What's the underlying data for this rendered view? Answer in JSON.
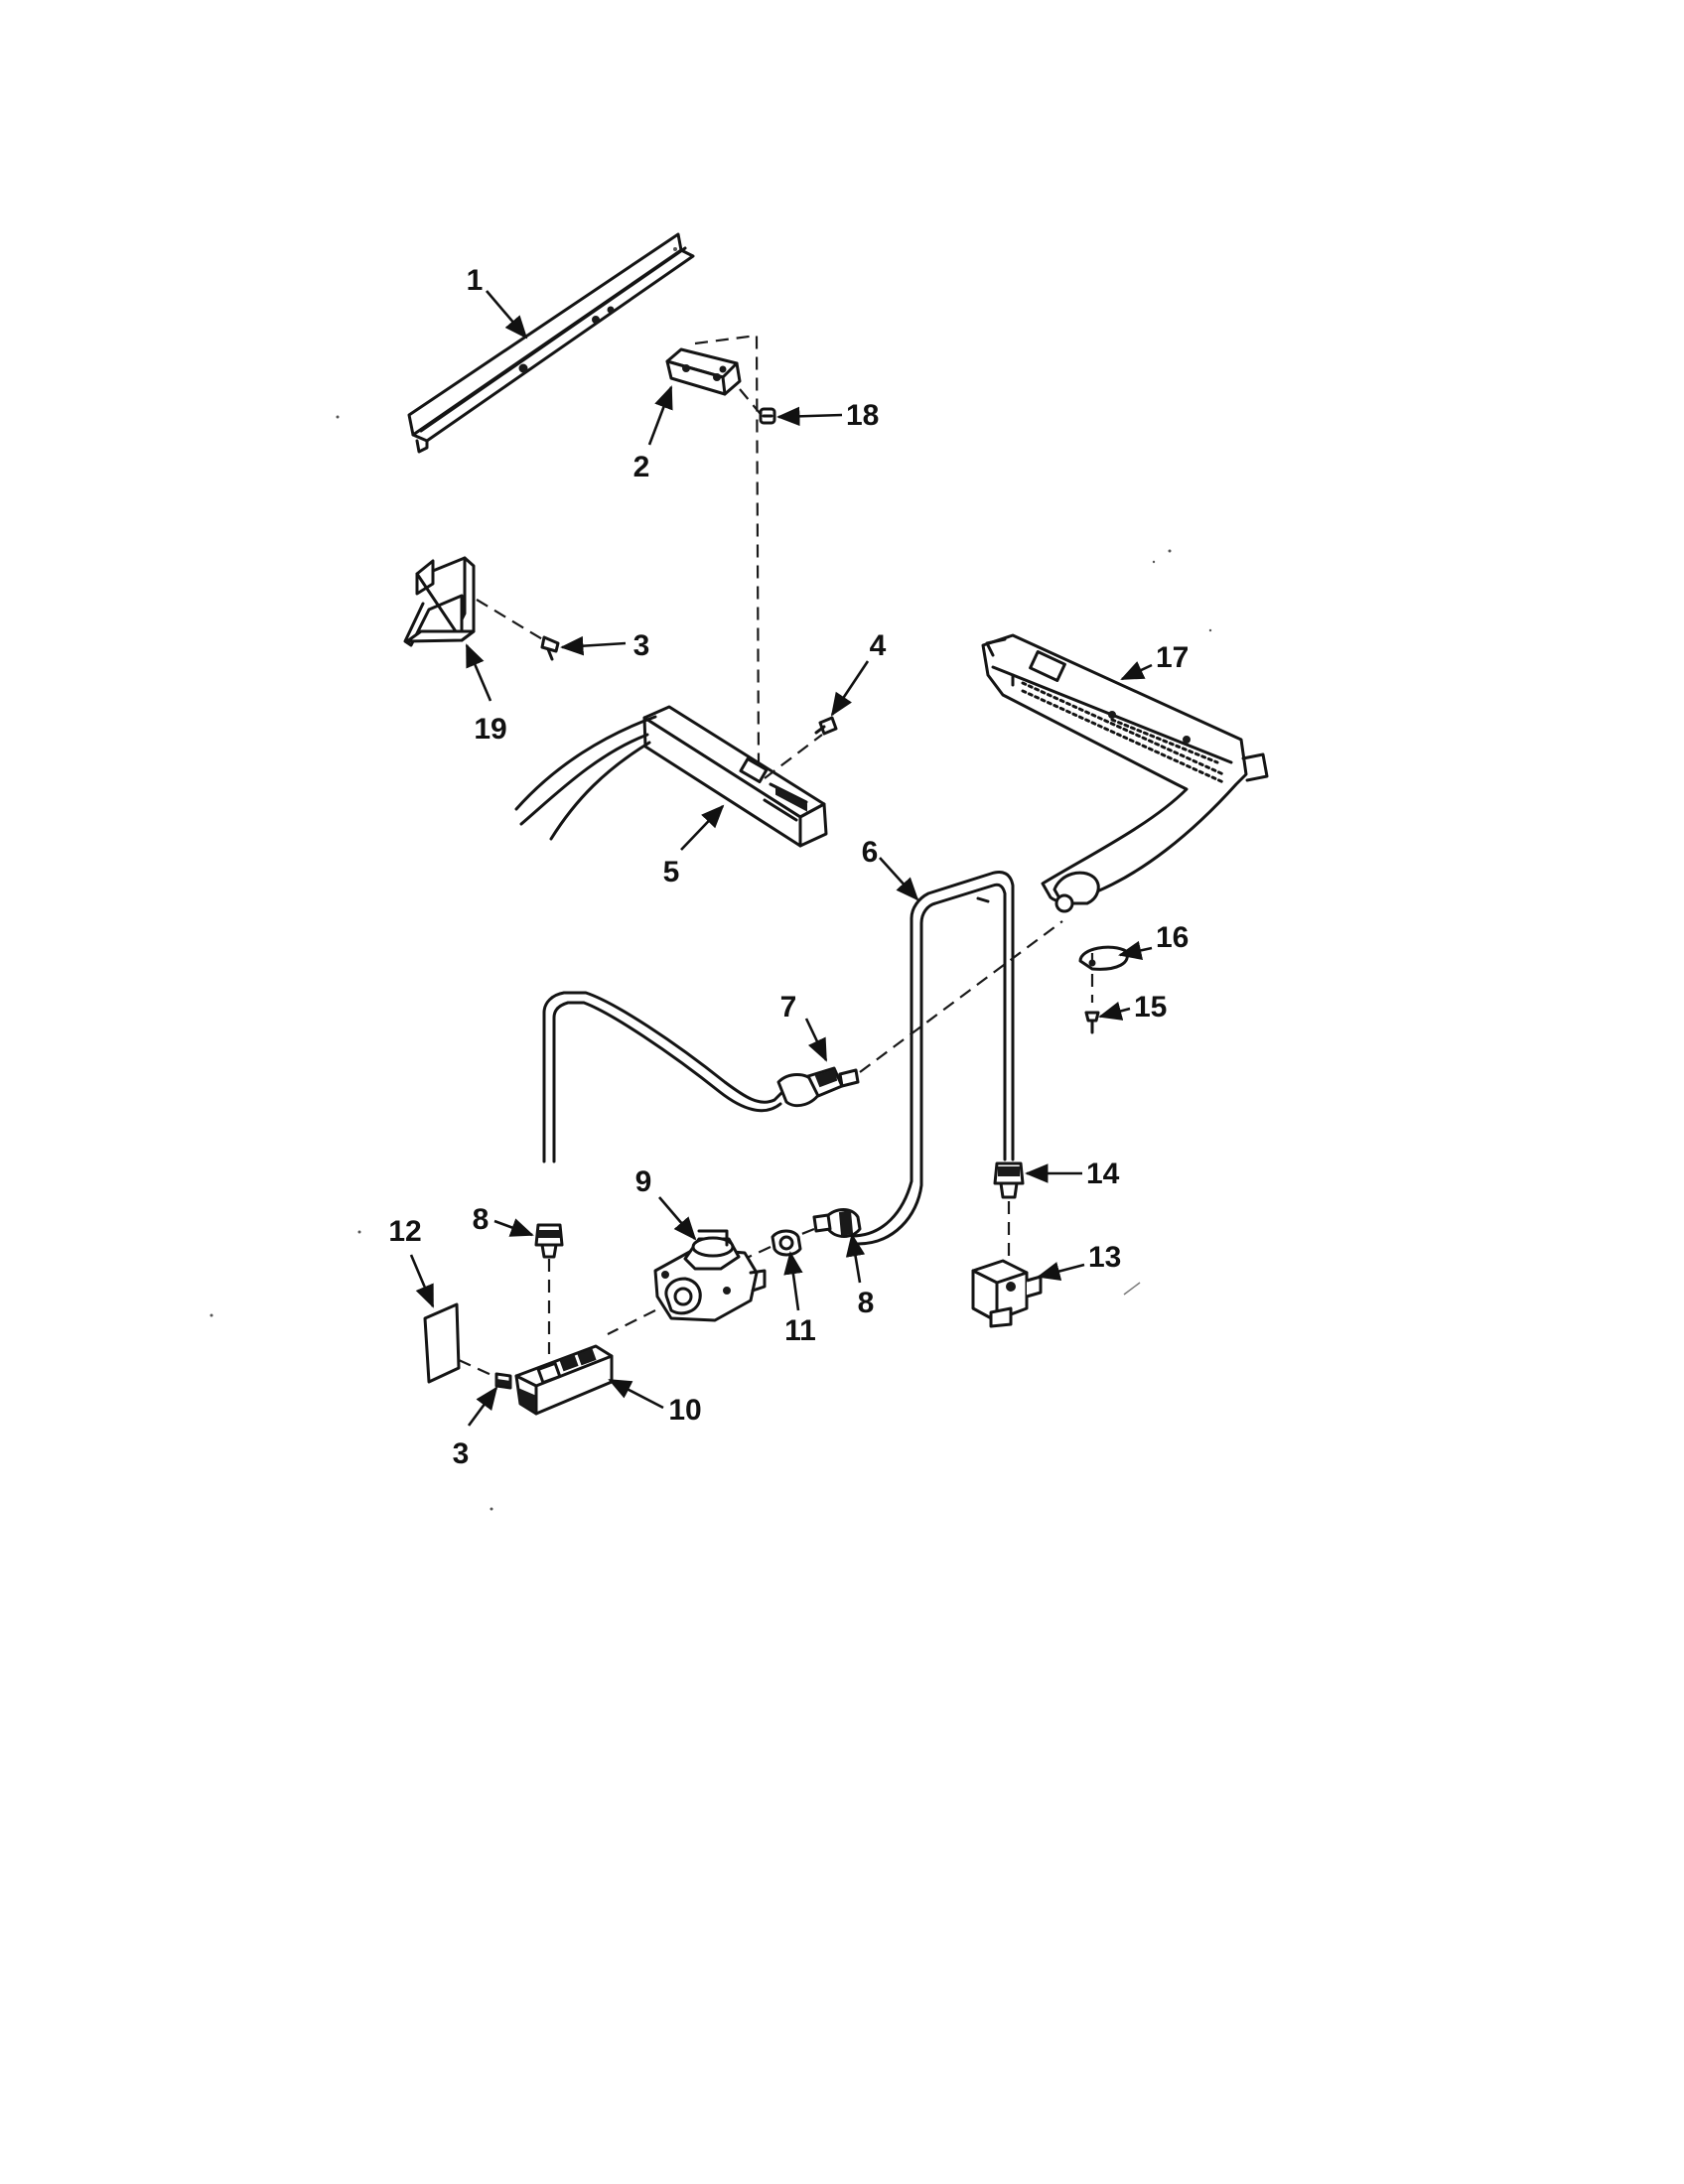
{
  "diagram": {
    "callouts": [
      {
        "id": "c1",
        "label": "1"
      },
      {
        "id": "c2",
        "label": "2"
      },
      {
        "id": "c3a",
        "label": "3"
      },
      {
        "id": "c3b",
        "label": "3"
      },
      {
        "id": "c4",
        "label": "4"
      },
      {
        "id": "c5",
        "label": "5"
      },
      {
        "id": "c6",
        "label": "6"
      },
      {
        "id": "c7",
        "label": "7"
      },
      {
        "id": "c8a",
        "label": "8"
      },
      {
        "id": "c8b",
        "label": "8"
      },
      {
        "id": "c9",
        "label": "9"
      },
      {
        "id": "c10",
        "label": "10"
      },
      {
        "id": "c11",
        "label": "11"
      },
      {
        "id": "c12",
        "label": "12"
      },
      {
        "id": "c13",
        "label": "13"
      },
      {
        "id": "c14",
        "label": "14"
      },
      {
        "id": "c15",
        "label": "15"
      },
      {
        "id": "c16",
        "label": "16"
      },
      {
        "id": "c17",
        "label": "17"
      },
      {
        "id": "c18",
        "label": "18"
      },
      {
        "id": "c19",
        "label": "19"
      }
    ]
  }
}
